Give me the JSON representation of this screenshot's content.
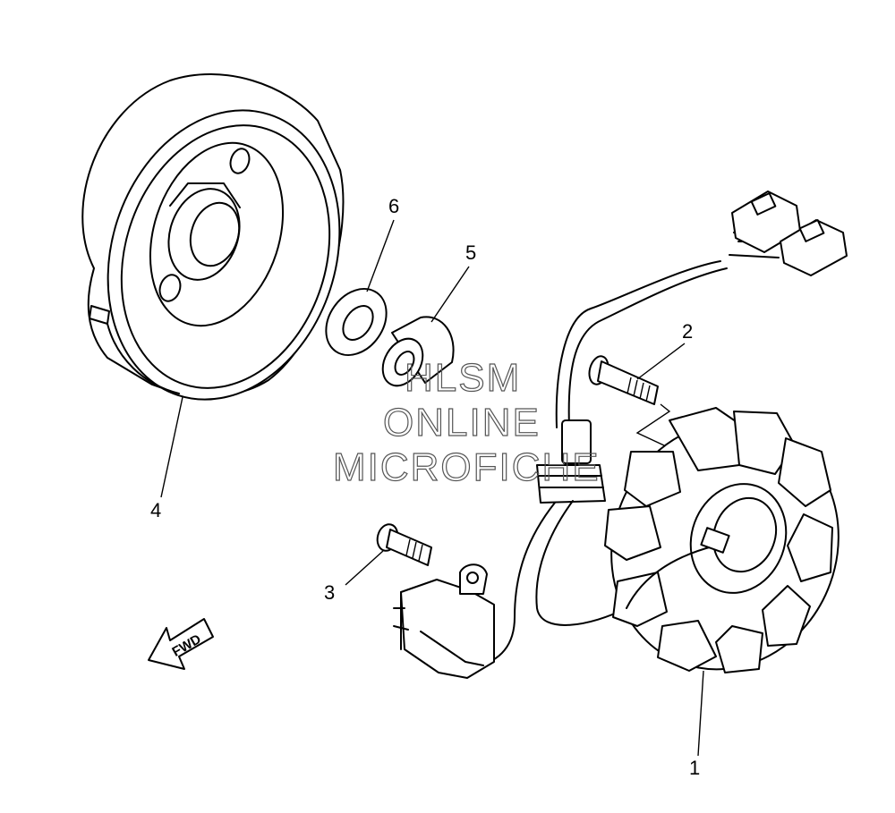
{
  "diagram": {
    "parts": [
      {
        "number": "1",
        "part": "stator-assembly"
      },
      {
        "number": "2",
        "part": "stator-bolt"
      },
      {
        "number": "3",
        "part": "pickup-coil-bolt"
      },
      {
        "number": "4",
        "part": "flywheel-rotor"
      },
      {
        "number": "5",
        "part": "collar"
      },
      {
        "number": "6",
        "part": "washer"
      }
    ],
    "fwd_label": "FWD",
    "watermark": [
      "HLSM",
      "ONLINE",
      "MICROFICHE"
    ]
  }
}
